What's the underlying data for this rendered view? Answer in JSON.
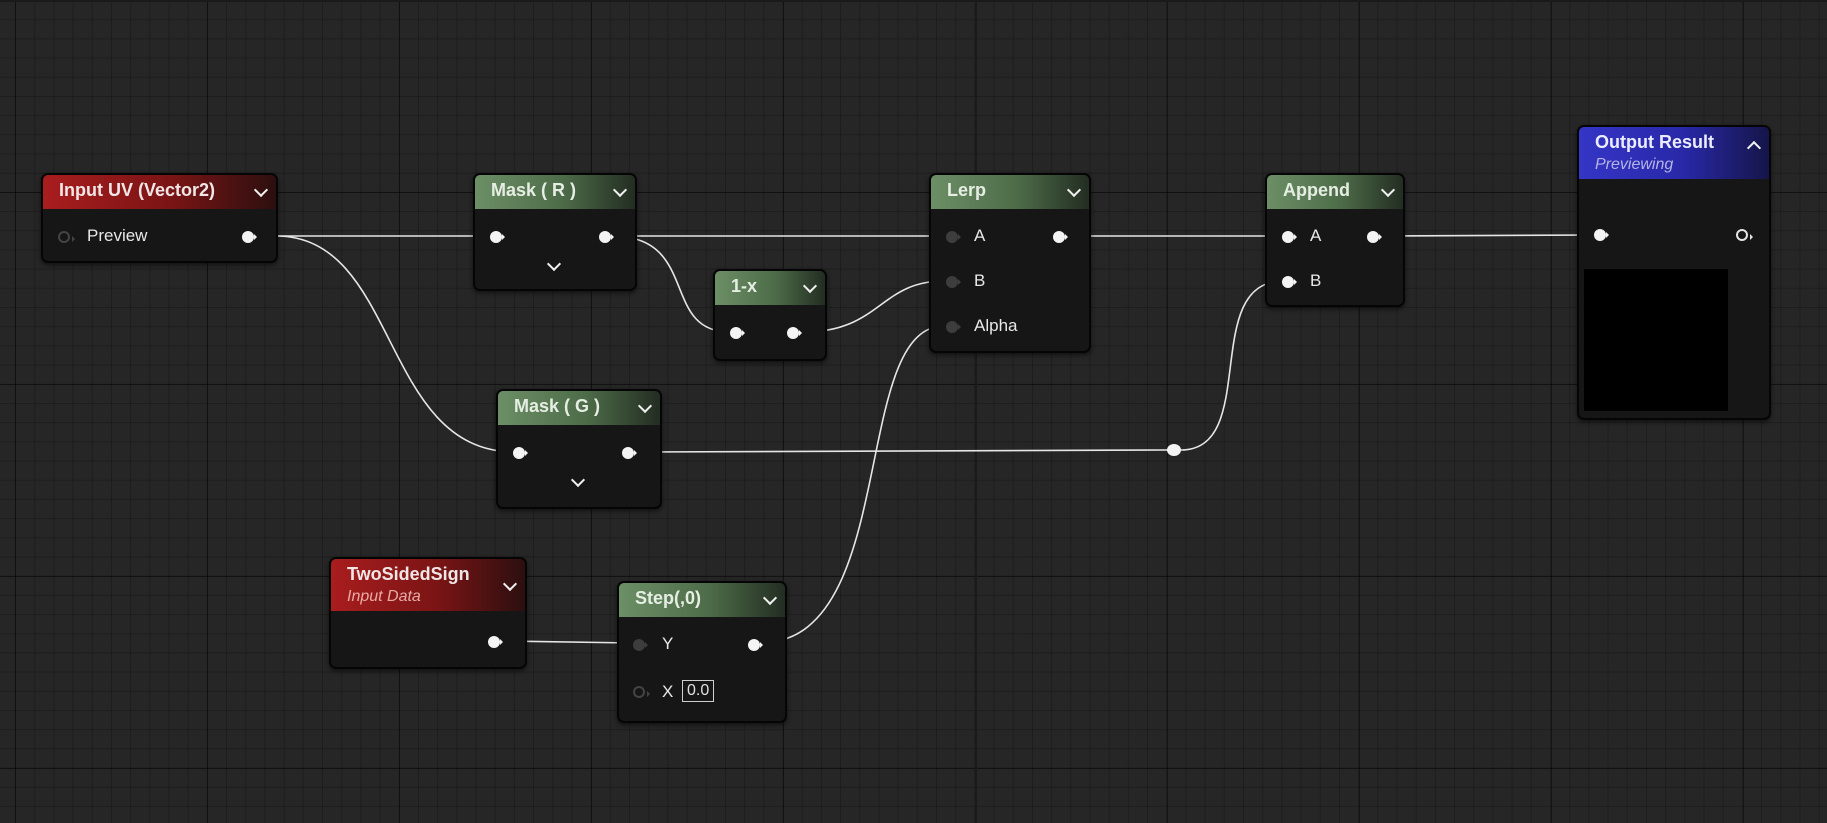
{
  "nodes": {
    "input_uv": {
      "title": "Input UV (Vector2)",
      "pin_label": "Preview"
    },
    "mask_r": {
      "title": "Mask ( R )"
    },
    "one_minus_x": {
      "title": "1-x"
    },
    "mask_g": {
      "title": "Mask ( G )"
    },
    "lerp": {
      "title": "Lerp",
      "pin_a": "A",
      "pin_b": "B",
      "pin_alpha": "Alpha"
    },
    "append": {
      "title": "Append",
      "pin_a": "A",
      "pin_b": "B"
    },
    "output_result": {
      "title": "Output Result",
      "subtitle": "Previewing"
    },
    "two_sided_sign": {
      "title": "TwoSidedSign",
      "subtitle": "Input Data"
    },
    "step": {
      "title": "Step(,0)",
      "pin_y": "Y",
      "pin_x": "X",
      "x_value": "0.0"
    }
  },
  "colors": {
    "canvas_background": "#262626",
    "wire": "#e6e6e6",
    "math_node_header": "#6c8f66",
    "input_node_header": "#a91d1e",
    "output_node_header": "#3535c6"
  }
}
